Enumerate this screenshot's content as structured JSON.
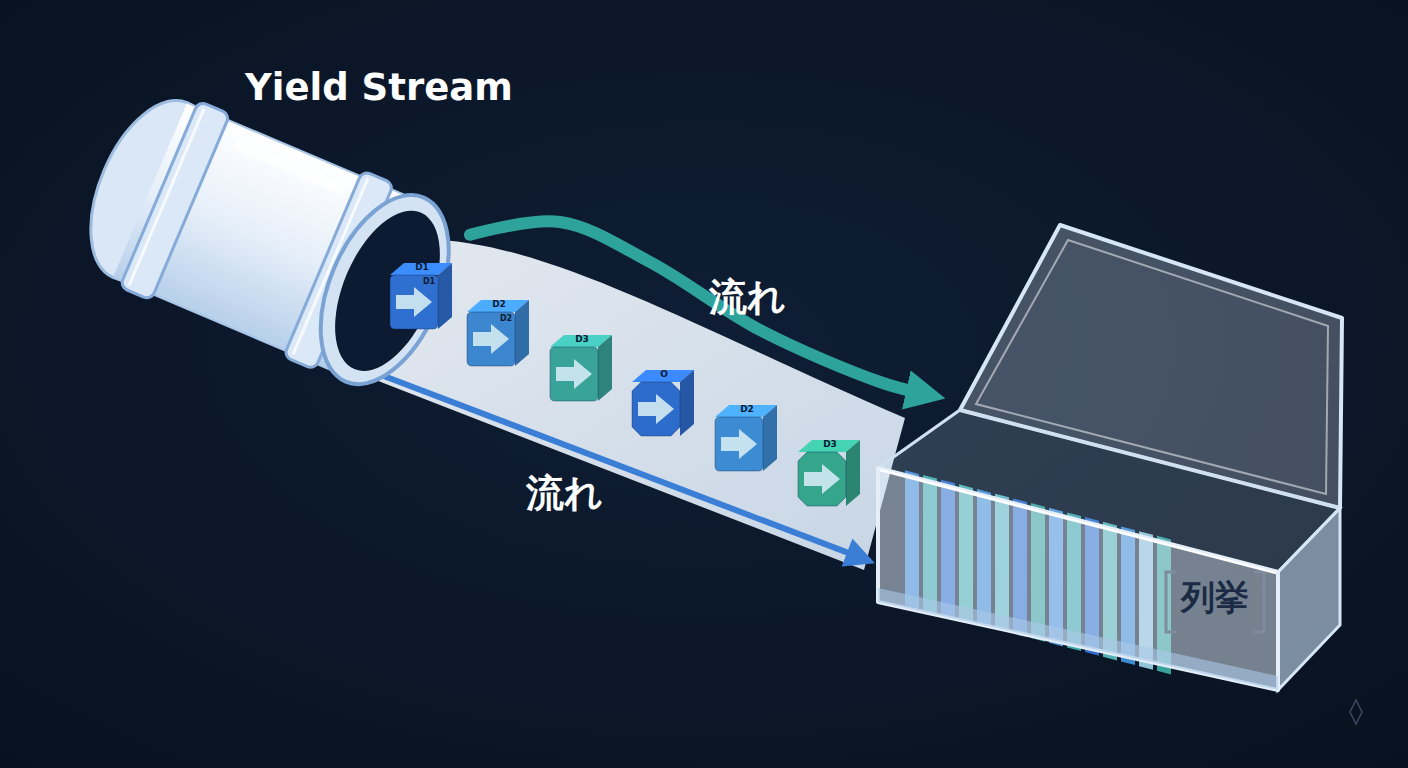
{
  "diagram": {
    "nodes": [
      {
        "text": [
          "Yield Stream"
        ]
      },
      {
        "text": [
          "D1",
          "D1"
        ]
      },
      {
        "text": [
          "D2",
          "D2"
        ]
      },
      {
        "text": [
          "D3"
        ]
      },
      {
        "text": [
          "O"
        ]
      },
      {
        "text": [
          "D2"
        ]
      },
      {
        "text": [
          "D3"
        ]
      },
      {
        "text": [
          "列挙"
        ]
      }
    ],
    "edges": [
      {
        "from": 0,
        "to": 7,
        "arrow": "to",
        "label": "流れ"
      },
      {
        "from": 0,
        "to": 7,
        "arrow": "to",
        "label": "流れ"
      }
    ],
    "labels": [
      "D1"
    ]
  }
}
